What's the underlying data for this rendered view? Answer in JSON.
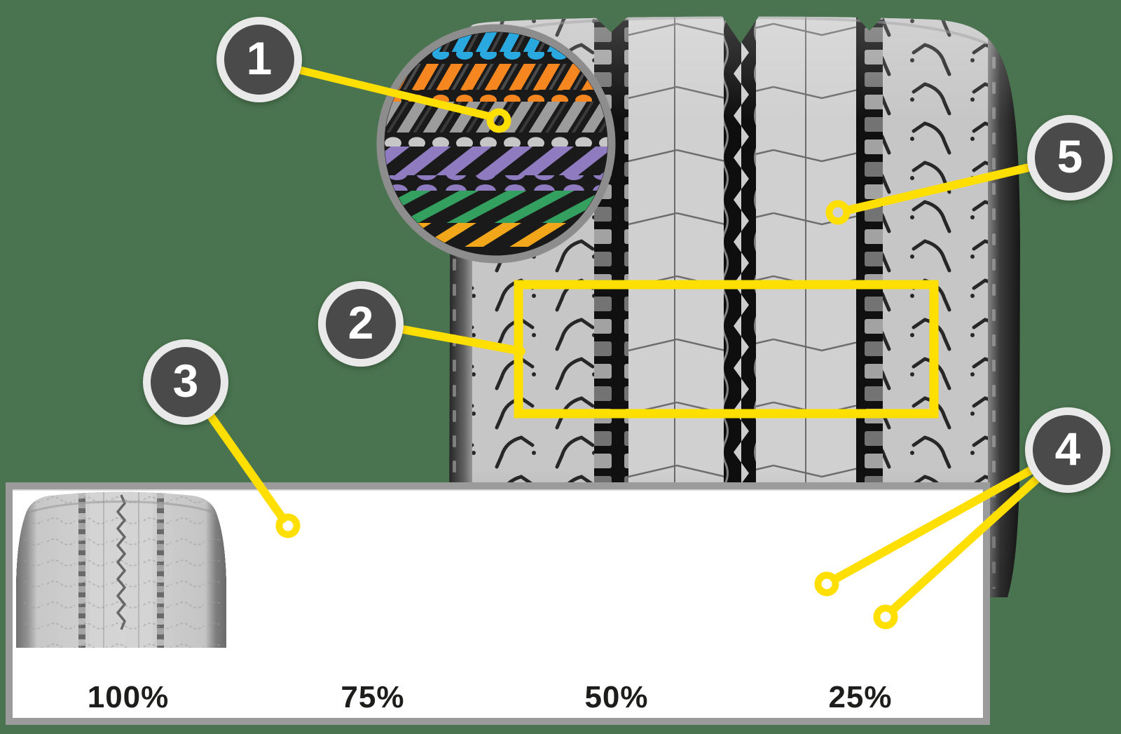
{
  "scene": {
    "background_color": "#4a744f",
    "accent_color": "#ffdf00",
    "callout_fill": "#4a4a4a",
    "callout_ring": "#e9e9e9"
  },
  "callouts": [
    {
      "number": "1"
    },
    {
      "number": "2"
    },
    {
      "number": "3"
    },
    {
      "number": "4"
    },
    {
      "number": "5"
    }
  ],
  "magnifier": {
    "layer_colors": {
      "blue": "#2aa9e0",
      "orange": "#f6861f",
      "gray": "#9c9c9c",
      "silver": "#c6c6c6",
      "purple": "#8f7bbf",
      "green": "#33a05f",
      "gold": "#f2a71b"
    }
  },
  "wear_panel": {
    "items": [
      {
        "label": "100%"
      },
      {
        "label": "75%"
      },
      {
        "label": "50%"
      },
      {
        "label": "25%"
      }
    ]
  }
}
